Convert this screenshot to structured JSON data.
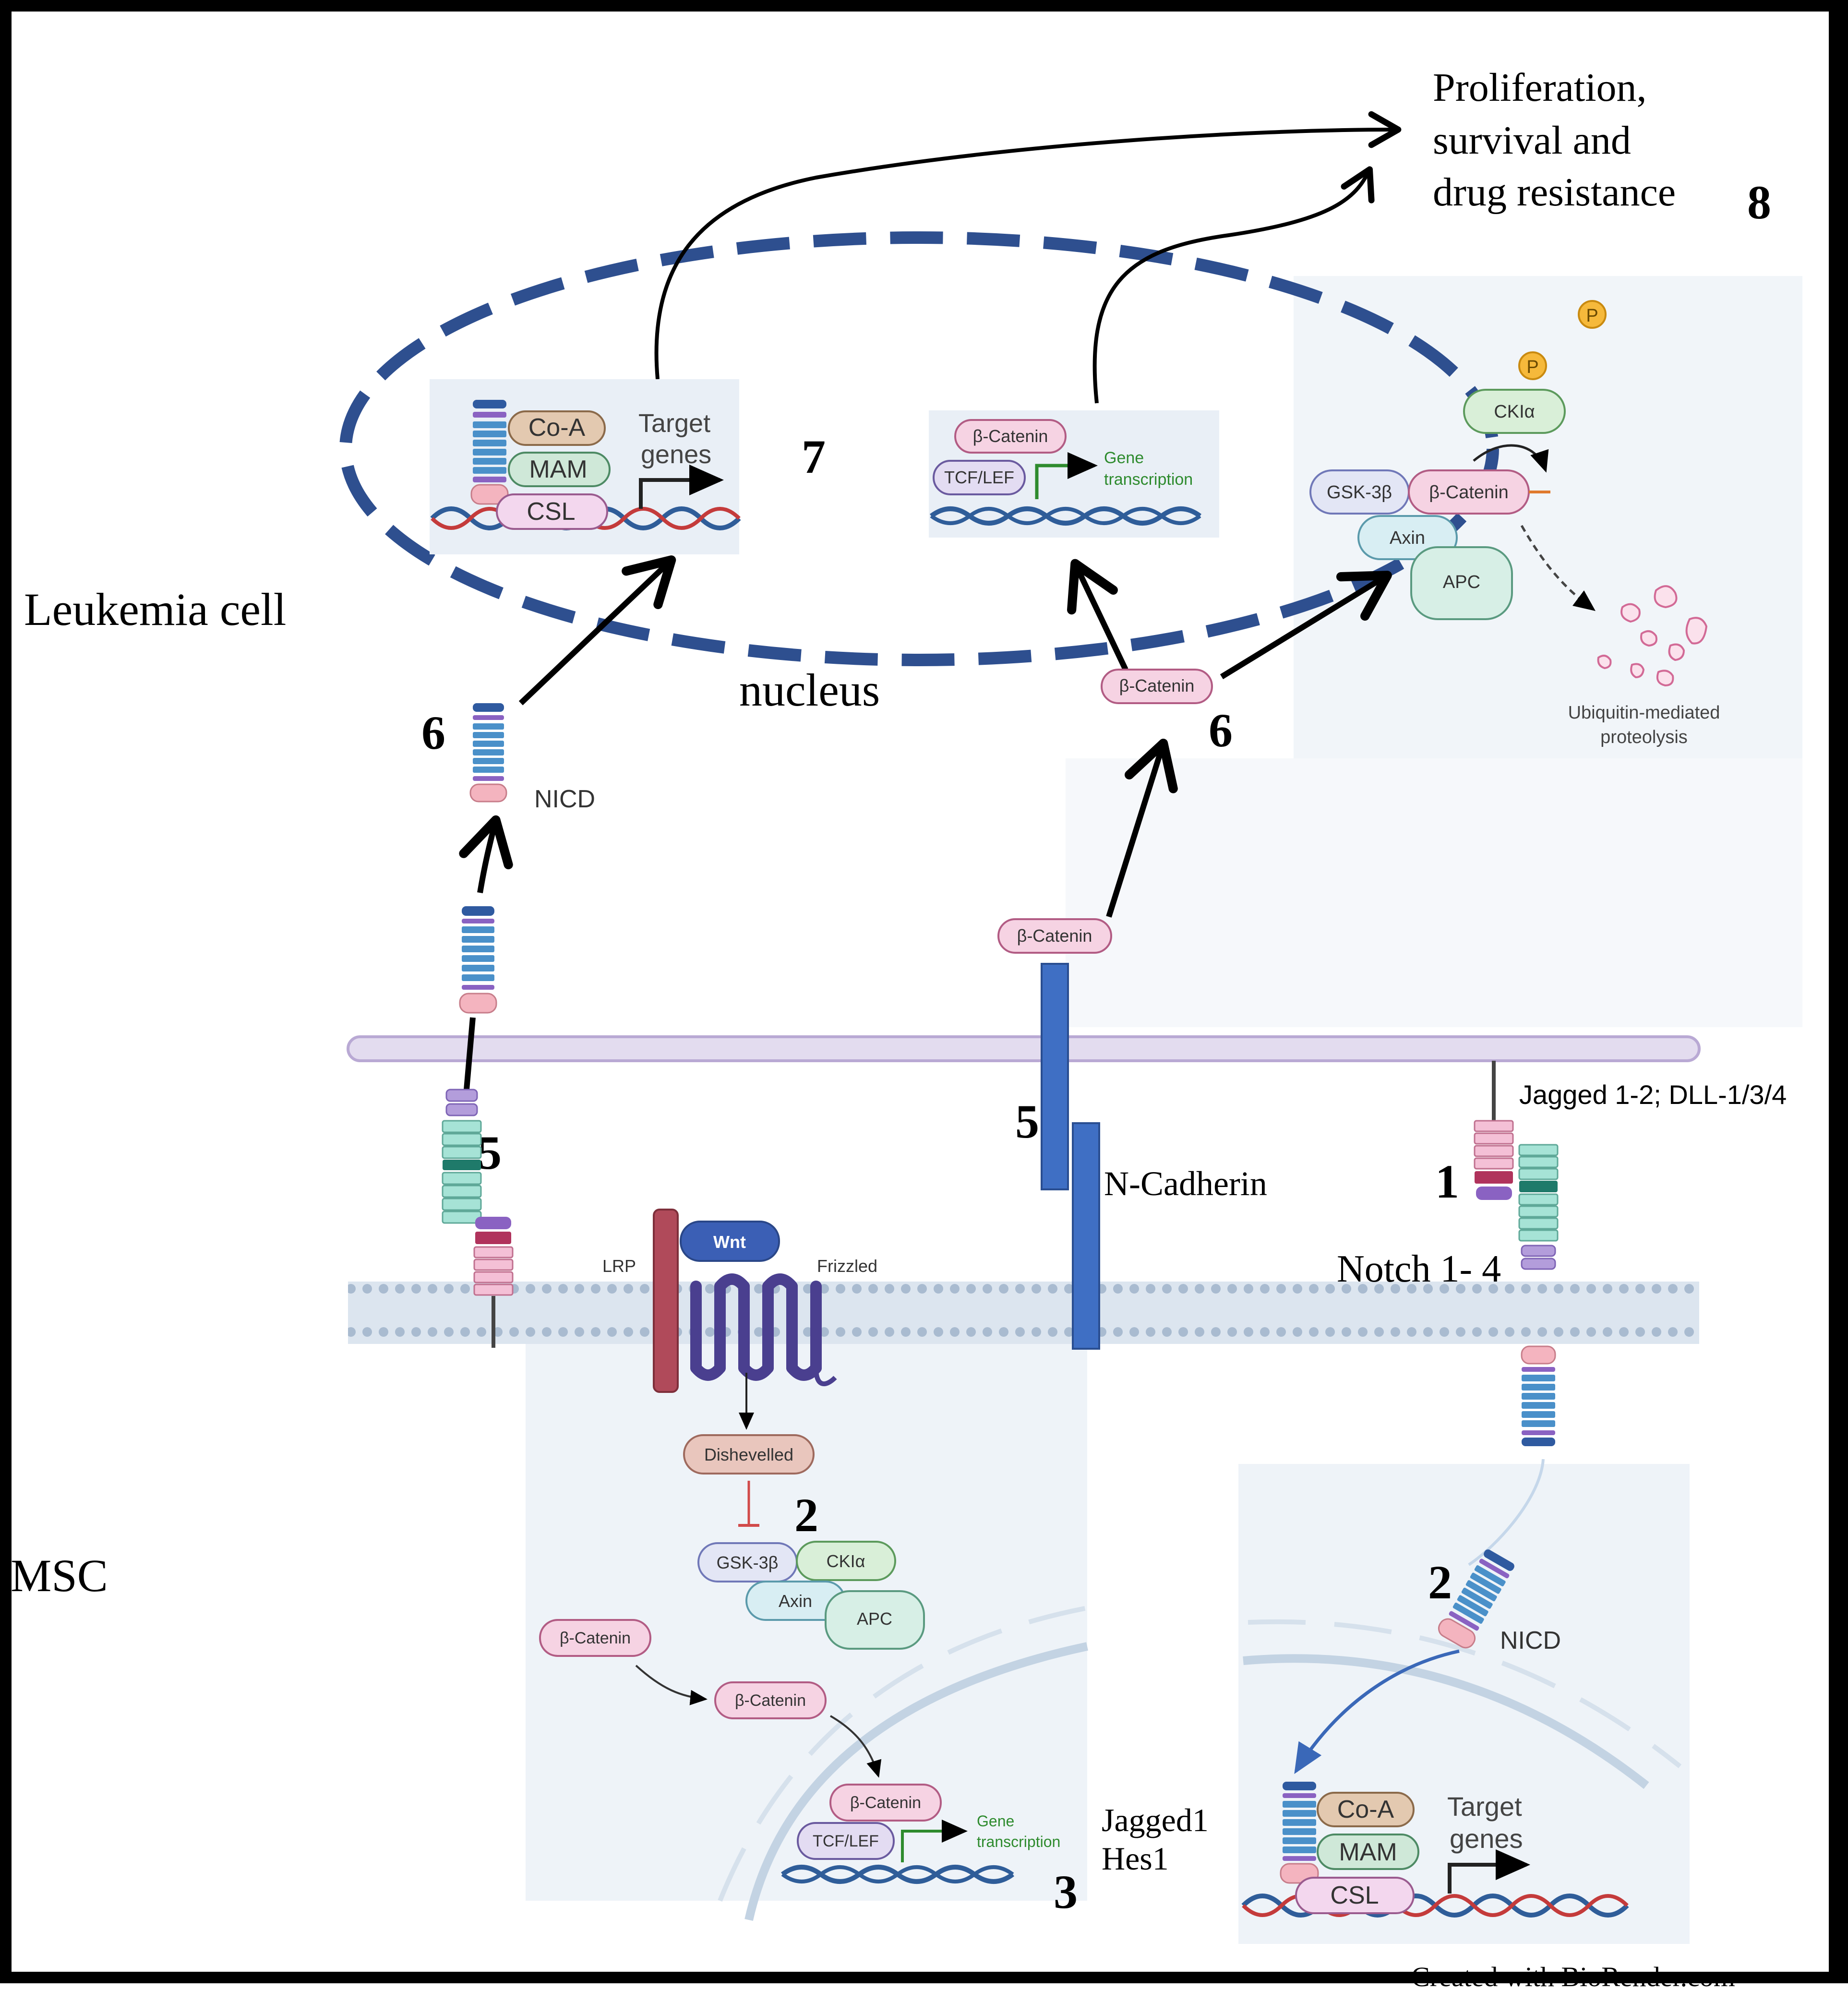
{
  "labels": {
    "outcome_line1": "Proliferation,",
    "outcome_line2": "survival and",
    "outcome_line3": "drug resistance",
    "leukemia_cell": "Leukemia cell",
    "nucleus": "nucleus",
    "msc": "MSC",
    "n_cadherin": "N-Cadherin",
    "notch": "Notch 1- 4",
    "ligands": "Jagged 1-2; DLL-1/3/4",
    "jagged1": "Jagged1",
    "hes1": "Hes1",
    "nicd": "NICD",
    "lrp": "LRP",
    "frizzled": "Frizzled",
    "wnt": "Wnt",
    "dishevelled": "Dishevelled",
    "gsk3b": "GSK-3β",
    "ckia": "CKIα",
    "axin": "Axin",
    "apc": "APC",
    "beta_catenin": "β-Catenin",
    "tcf_lef": "TCF/LEF",
    "gene": "Gene",
    "transcription": "transcription",
    "co_a": "Co-A",
    "mam": "MAM",
    "csl": "CSL",
    "target": "Target",
    "genes": "genes",
    "phospho": "P",
    "ubiquitin_line1": "Ubiquitin-mediated",
    "ubiquitin_line2": "proteolysis",
    "credit": "Created with BioRender.com"
  },
  "steps": {
    "s1": "1",
    "s2a": "2",
    "s2b": "2",
    "s3": "3",
    "s5a": "5",
    "s5b": "5",
    "s6a": "6",
    "s6b": "6",
    "s7": "7",
    "s8": "8"
  },
  "colors": {
    "nucleus_dash": "#2e4f8f",
    "membrane_fill": "#dbe3ee",
    "membrane_dots": "#9fb2c8",
    "cadherin": "#3f6fc4",
    "lrp": "#b04a5a",
    "frizzled": "#4a3f8f",
    "wnt": "#3b5fb5",
    "beta_catenin": "#f6d3e3",
    "panel_bg": "#eef3f8",
    "arrow": "#000000"
  }
}
